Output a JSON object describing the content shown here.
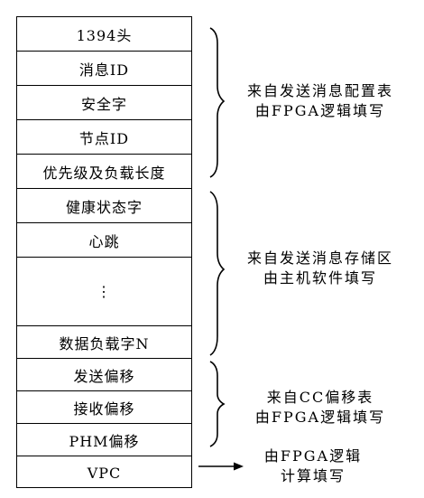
{
  "fields": [
    {
      "id": "header-1394",
      "label": "1394头"
    },
    {
      "id": "message-id",
      "label": "消息ID"
    },
    {
      "id": "safety-word",
      "label": "安全字"
    },
    {
      "id": "node-id",
      "label": "节点ID"
    },
    {
      "id": "priority-payload-length",
      "label": "优先级及负载长度"
    },
    {
      "id": "health-status-word",
      "label": "健康状态字"
    },
    {
      "id": "heartbeat",
      "label": "心跳"
    },
    {
      "id": "ellipsis",
      "label": "⋮"
    },
    {
      "id": "data-payload-word-n",
      "label": "数据负载字N"
    },
    {
      "id": "send-offset",
      "label": "发送偏移"
    },
    {
      "id": "receive-offset",
      "label": "接收偏移"
    },
    {
      "id": "phm-offset",
      "label": "PHM偏移"
    },
    {
      "id": "vpc",
      "label": "VPC"
    }
  ],
  "groups": [
    {
      "id": "config-table",
      "line1": "来自发送消息配置表",
      "line2": "由FPGA逻辑填写"
    },
    {
      "id": "storage-area",
      "line1": "来自发送消息存储区",
      "line2": "由主机软件填写"
    },
    {
      "id": "cc-offset-table",
      "line1": "来自CC偏移表",
      "line2": "由FPGA逻辑填写"
    }
  ],
  "vpc_note": {
    "line1": "由FPGA逻辑",
    "line2": "计算填写"
  }
}
